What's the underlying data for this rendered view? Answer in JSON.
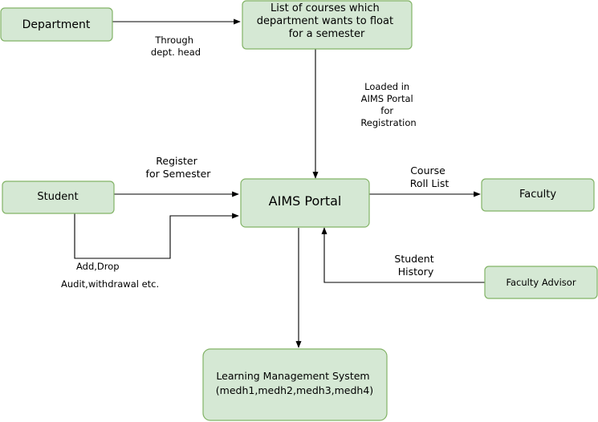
{
  "nodes": {
    "department": {
      "label": [
        "Department"
      ]
    },
    "courses_list": {
      "label": [
        "List of courses which",
        "department wants to float",
        "for a semester"
      ]
    },
    "student": {
      "label": [
        "Student"
      ]
    },
    "aims_portal": {
      "label": [
        "AIMS Portal"
      ]
    },
    "faculty": {
      "label": [
        "Faculty"
      ]
    },
    "faculty_advisor": {
      "label": [
        "Faculty Advisor"
      ]
    },
    "lms": {
      "label": [
        "Learning Management System",
        "(medh1,medh2,medh3,medh4)"
      ]
    }
  },
  "edges": {
    "through_dept_head": {
      "label": [
        "Through",
        "dept. head"
      ]
    },
    "loaded_in_aims": {
      "label": [
        "Loaded in",
        "AIMS Portal",
        "for",
        "Registration"
      ]
    },
    "register_semester": {
      "label": [
        "Register",
        "for Semester"
      ]
    },
    "add_drop": {
      "label": [
        "Add,Drop",
        "Audit,withdrawal etc."
      ]
    },
    "course_roll_list": {
      "label": [
        "Course",
        "Roll List"
      ]
    },
    "student_history": {
      "label": [
        "Student",
        "History"
      ]
    },
    "to_lms": {
      "label": []
    }
  }
}
